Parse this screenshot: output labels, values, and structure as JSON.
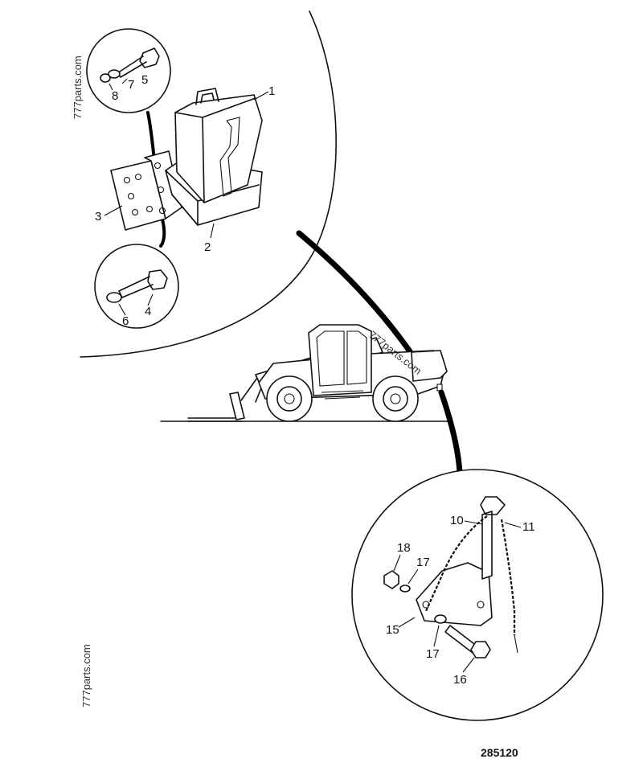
{
  "watermarks": [
    "777parts.com",
    "777parts.com",
    "777parts.com"
  ],
  "drawing_number": "285120",
  "callouts": {
    "c1": "1",
    "c2": "2",
    "c3": "3",
    "c4": "4",
    "c5": "5",
    "c6": "6",
    "c7": "7",
    "c8": "8",
    "c10": "10",
    "c11": "11",
    "c15": "15",
    "c16": "16",
    "c17a": "17",
    "c17b": "17",
    "c18": "18"
  },
  "colors": {
    "ink": "#111111",
    "background": "#ffffff"
  }
}
